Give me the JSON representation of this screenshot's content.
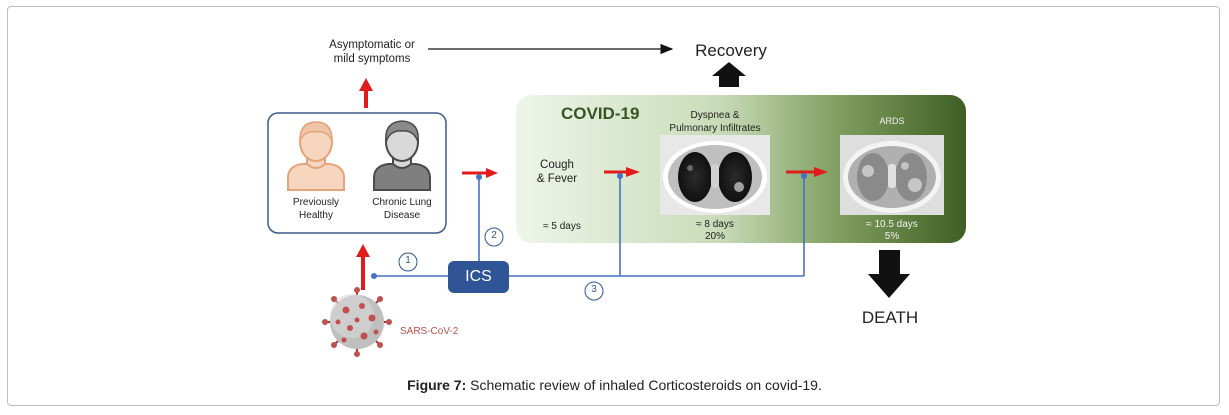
{
  "diagram": {
    "outcome_asymptomatic": "Asymptomatic or\nmild symptoms",
    "outcome_recovery": "Recovery",
    "outcome_death": "DEATH",
    "covid_title": "COVID-19",
    "patients": [
      {
        "label": "Previously\nHealthy"
      },
      {
        "label": "Chronic Lung\nDisease"
      }
    ],
    "stages": [
      {
        "top_label": "",
        "symptom": "Cough\n& Fever",
        "duration": "≈ 5 days",
        "rate": ""
      },
      {
        "top_label": "Dyspnea &\nPulmonary Infiltrates",
        "symptom": "",
        "duration": "≈ 8 days",
        "rate": "20%"
      },
      {
        "top_label": "ARDS",
        "symptom": "",
        "duration": "≈ 10.5 days",
        "rate": "5%"
      }
    ],
    "ics_label": "ICS",
    "markers": [
      "1",
      "2",
      "3"
    ],
    "virus_label": "SARS-CoV-2",
    "colors": {
      "arrow_red": "#e21b1b",
      "line_blue": "#4472c4",
      "ics_fill": "#2f5597",
      "panel_light": "#eef5e9",
      "panel_dark": "#3f5e23",
      "covid_title": "#375623",
      "virus_red": "#c0504d"
    }
  },
  "caption": {
    "prefix": "Figure 7:",
    "text": " Schematic review of inhaled Corticosteroids on covid-19."
  }
}
